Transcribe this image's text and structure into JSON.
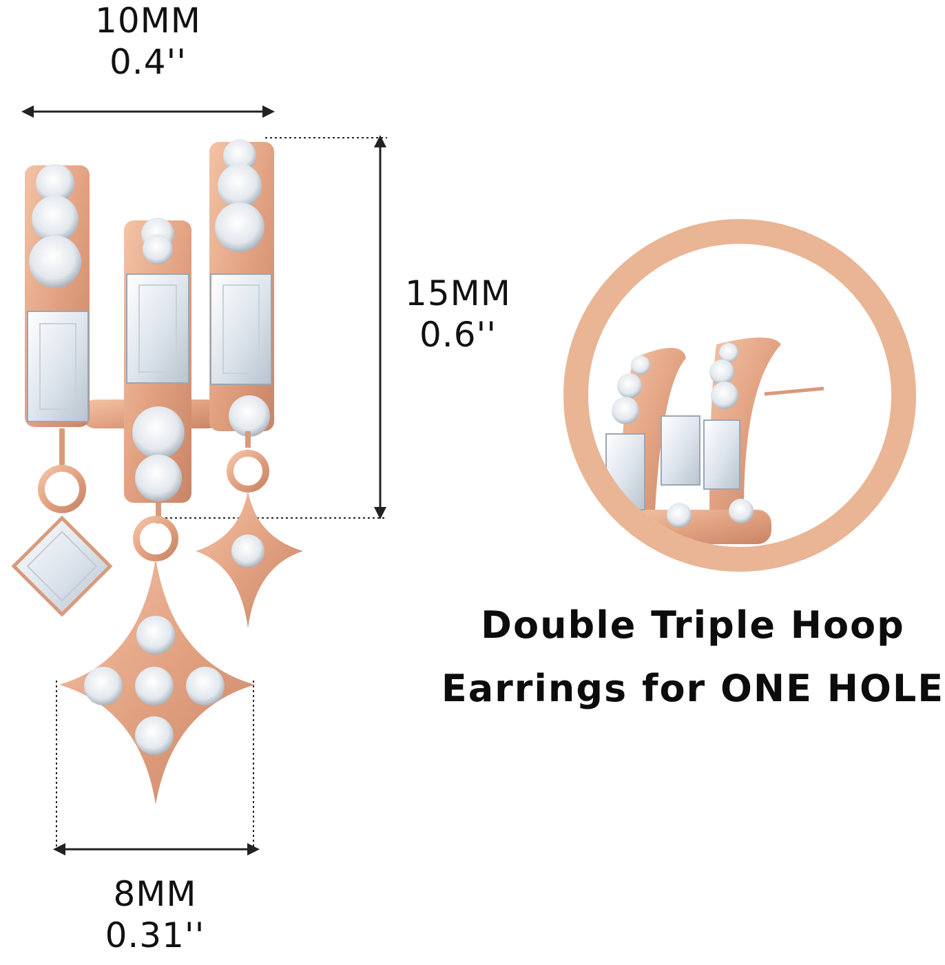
{
  "dimensions": {
    "width": {
      "mm": "10MM",
      "inch": "0.4''"
    },
    "height": {
      "mm": "15MM",
      "inch": "0.6''"
    },
    "pendant": {
      "mm": "8MM",
      "inch": "0.31''"
    }
  },
  "headline": {
    "line1": "Double Triple Hoop",
    "line2": "Earrings for ONE HOLE"
  },
  "colors": {
    "rose_gold": "#e6a888",
    "rose_gold_dark": "#c98a6a",
    "crystal": "#eef2f6",
    "ring": "#e9b595"
  }
}
